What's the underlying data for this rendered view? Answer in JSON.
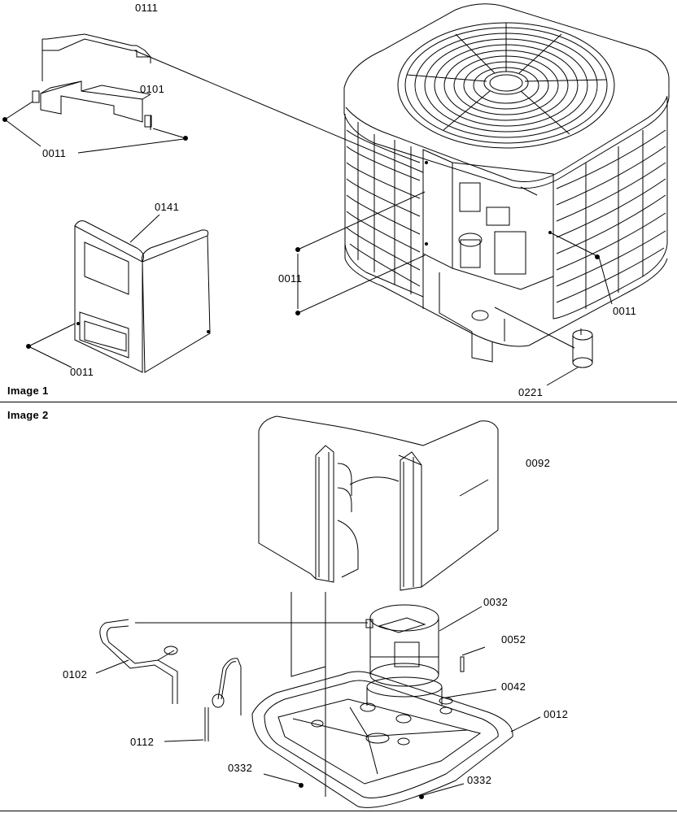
{
  "image1": {
    "title": "Image 1",
    "labels": {
      "bracket_top": "0111",
      "bracket_lower": "0101",
      "screw_bracket": "0011",
      "panel": "0141",
      "screw_panel": "0011",
      "screw_unit_left": "0011",
      "screw_unit_right": "0011",
      "accumulator": "0221"
    }
  },
  "image2": {
    "title": "Image 2",
    "labels": {
      "coil": "0092",
      "compressor": "0032",
      "plug": "0052",
      "grommet": "0042",
      "base_pan": "0012",
      "discharge_tube": "0102",
      "suction_tube": "0112",
      "screw_left": "0332",
      "screw_right": "0332"
    }
  },
  "colors": {
    "ink": "#000000",
    "background": "#ffffff"
  }
}
